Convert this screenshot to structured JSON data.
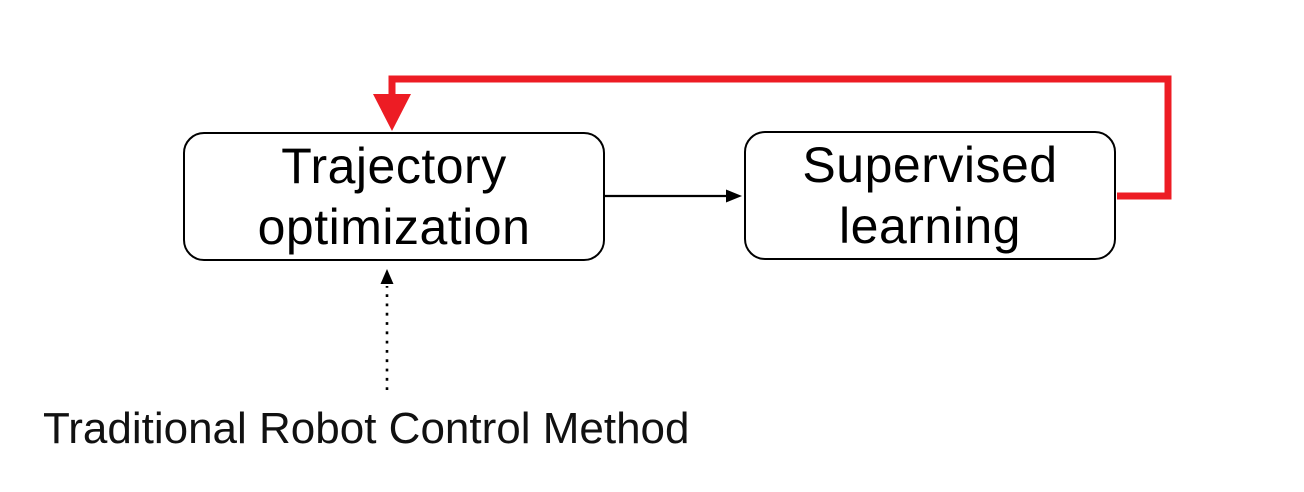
{
  "diagram": {
    "nodes": [
      {
        "id": "trajectory-optimization",
        "line1": "Trajectory",
        "line2": "optimization"
      },
      {
        "id": "supervised-learning",
        "line1": "Supervised",
        "line2": "learning"
      }
    ],
    "edges": [
      {
        "from": "trajectory-optimization",
        "to": "supervised-learning",
        "style": "solid-thin",
        "color": "black"
      },
      {
        "from": "supervised-learning",
        "to": "trajectory-optimization",
        "style": "solid-thick-loop",
        "color": "red"
      },
      {
        "from": "caption",
        "to": "trajectory-optimization",
        "style": "dotted",
        "color": "black"
      }
    ],
    "caption": "Traditional Robot Control Method",
    "colors": {
      "feedback_arrow": "#ed1c24",
      "forward_arrow": "#000000",
      "input_arrow": "#000000",
      "node_border": "#000000",
      "background": "#ffffff"
    }
  }
}
